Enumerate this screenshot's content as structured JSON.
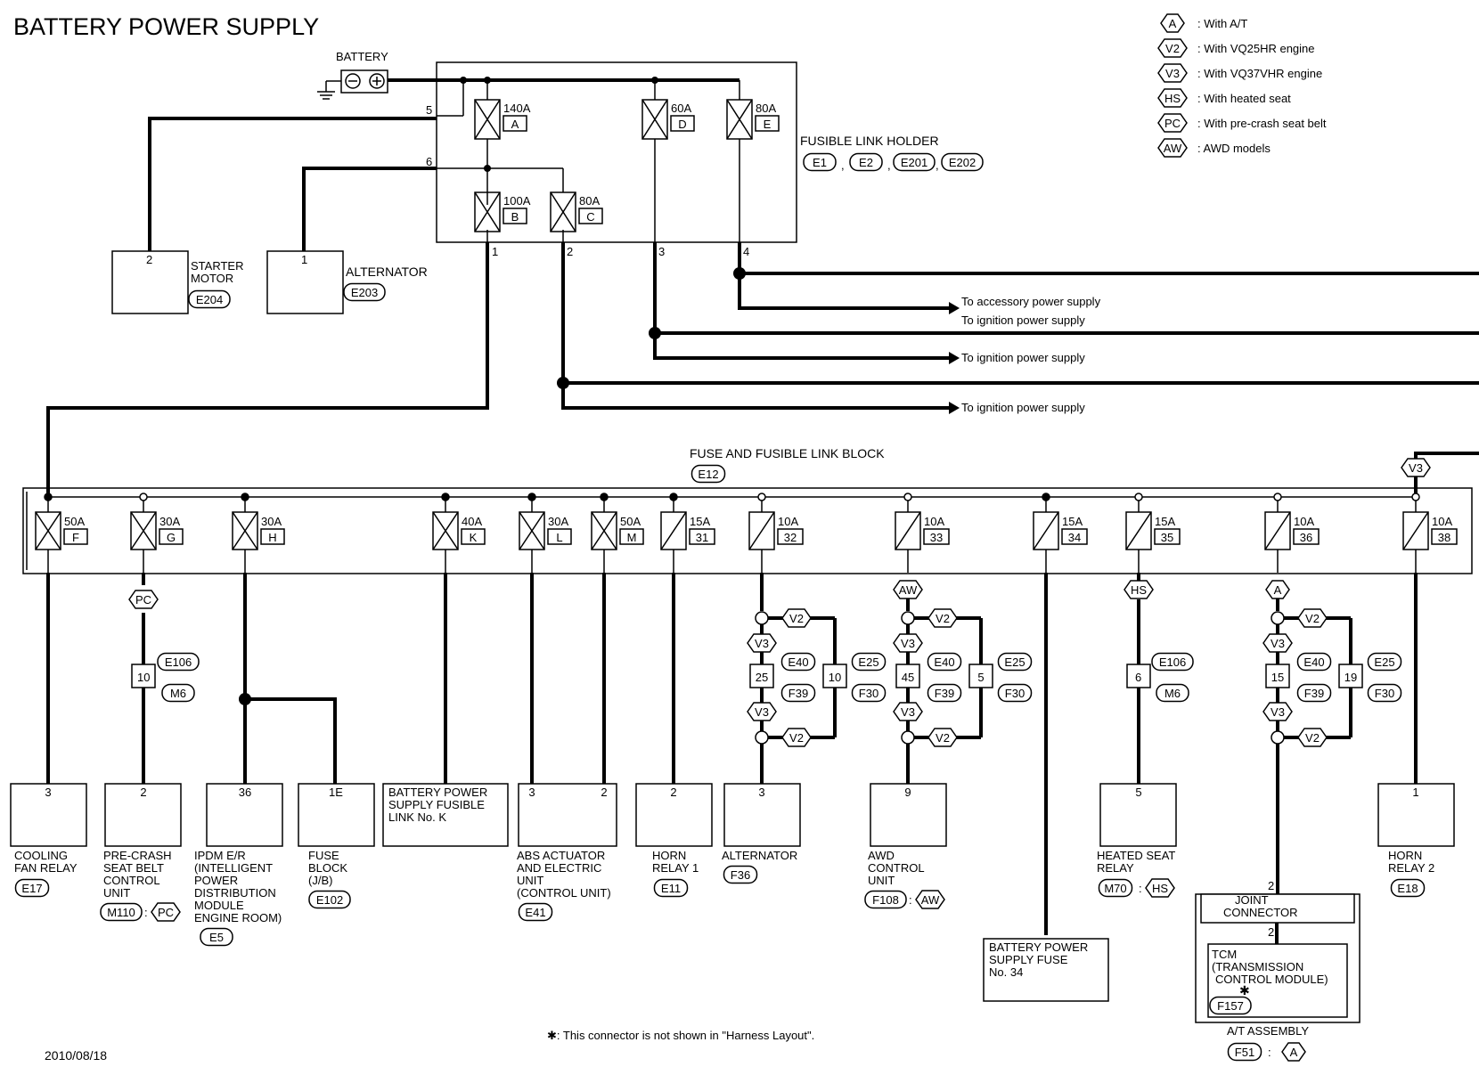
{
  "title": "BATTERY POWER SUPPLY",
  "date": "2010/08/18",
  "footnote": "✱: This connector is not shown in \"Harness Layout\".",
  "legend": [
    {
      "code": "A",
      "text": ": With A/T"
    },
    {
      "code": "V2",
      "text": ": With VQ25HR engine"
    },
    {
      "code": "V3",
      "text": ": With VQ37VHR engine"
    },
    {
      "code": "HS",
      "text": ": With heated seat"
    },
    {
      "code": "PC",
      "text": ": With pre-crash seat belt"
    },
    {
      "code": "AW",
      "text": ": AWD models"
    }
  ],
  "battery": {
    "label": "BATTERY"
  },
  "fusible_link_holder": {
    "label": "FUSIBLE LINK HOLDER",
    "connectors": [
      "E1",
      "E2",
      "E201",
      "E202"
    ],
    "fuses": [
      {
        "amp": "140A",
        "letter": "A"
      },
      {
        "amp": "60A",
        "letter": "D"
      },
      {
        "amp": "80A",
        "letter": "E"
      },
      {
        "amp": "100A",
        "letter": "B"
      },
      {
        "amp": "80A",
        "letter": "C"
      }
    ],
    "pins": [
      "5",
      "6",
      "1",
      "2",
      "3",
      "4"
    ]
  },
  "starter_motor": {
    "pin": "2",
    "label_l1": "STARTER",
    "label_l2": "MOTOR",
    "connector": "E204"
  },
  "alternator_top": {
    "pin": "1",
    "label": "ALTERNATOR",
    "connector": "E203"
  },
  "arrows": [
    "To accessory power supply",
    "To ignition power supply",
    "To ignition power supply",
    "To ignition power supply"
  ],
  "fuse_block": {
    "label": "FUSE AND FUSIBLE LINK BLOCK",
    "connector": "E12",
    "v3_tag": "V3",
    "fuses": [
      {
        "amp": "50A",
        "code": "F"
      },
      {
        "amp": "30A",
        "code": "G"
      },
      {
        "amp": "30A",
        "code": "H"
      },
      {
        "amp": "40A",
        "code": "K"
      },
      {
        "amp": "30A",
        "code": "L"
      },
      {
        "amp": "50A",
        "code": "M"
      },
      {
        "amp": "15A",
        "code": "31"
      },
      {
        "amp": "10A",
        "code": "32"
      },
      {
        "amp": "10A",
        "code": "33"
      },
      {
        "amp": "15A",
        "code": "34"
      },
      {
        "amp": "15A",
        "code": "35"
      },
      {
        "amp": "10A",
        "code": "36"
      },
      {
        "amp": "10A",
        "code": "38"
      }
    ]
  },
  "tags": {
    "pc": "PC",
    "aw": "AW",
    "hs": "HS",
    "a": "A",
    "v2": "V2",
    "v3": "V3"
  },
  "inline": {
    "pc_pin": "10",
    "pc_c1": "E106",
    "pc_c2": "M6",
    "g32_left_pin": "25",
    "g32_right_pin": "10",
    "g33_left_pin": "45",
    "g33_right_pin": "5",
    "g36_left_pin": "15",
    "g36_right_pin": "19",
    "c_e40": "E40",
    "c_f39": "F39",
    "c_e25": "E25",
    "c_f30": "F30",
    "hs_pin": "6",
    "hs_c1": "E106",
    "hs_c2": "M6"
  },
  "components": {
    "cooling_fan": {
      "pin": "3",
      "lines": [
        "COOLING",
        "FAN RELAY"
      ],
      "connector": "E17"
    },
    "precrash": {
      "pin": "2",
      "lines": [
        "PRE-CRASH",
        "SEAT BELT",
        "CONTROL",
        "UNIT"
      ],
      "connector": "M110",
      "tag": "PC"
    },
    "ipdm": {
      "pin": "36",
      "lines": [
        "IPDM E/R",
        "(INTELLIGENT",
        "POWER",
        "DISTRIBUTION",
        "MODULE",
        "ENGINE ROOM)"
      ],
      "connector": "E5"
    },
    "fuse_block_jb": {
      "pin": "1E",
      "lines": [
        "FUSE",
        "BLOCK",
        "(J/B)"
      ],
      "connector": "E102"
    },
    "batt_fusible_k": {
      "lines": [
        "BATTERY POWER",
        "SUPPLY FUSIBLE",
        "LINK No. K"
      ]
    },
    "abs": {
      "pin_a": "3",
      "pin_b": "2",
      "lines": [
        "ABS ACTUATOR",
        "AND ELECTRIC",
        "UNIT",
        "(CONTROL UNIT)"
      ],
      "connector": "E41"
    },
    "horn1": {
      "pin": "2",
      "lines": [
        "HORN",
        "RELAY 1"
      ],
      "connector": "E11"
    },
    "alternator_b": {
      "pin": "3",
      "lines": [
        "ALTERNATOR"
      ],
      "connector": "F36"
    },
    "awd": {
      "pin": "9",
      "lines": [
        "AWD",
        "CONTROL",
        "UNIT"
      ],
      "connector": "F108",
      "tag": "AW"
    },
    "batt_fuse_34": {
      "lines": [
        "BATTERY POWER",
        "SUPPLY FUSE",
        "No. 34"
      ]
    },
    "heated_seat": {
      "pin": "5",
      "lines": [
        "HEATED SEAT",
        "RELAY"
      ],
      "connector": "M70",
      "tag": "HS"
    },
    "joint": {
      "pin_top": "2",
      "pin_bottom": "2",
      "lines": [
        "JOINT",
        "CONNECTOR"
      ]
    },
    "tcm": {
      "lines": [
        "TCM",
        "(TRANSMISSION",
        "CONTROL MODULE)"
      ],
      "connector": "F157",
      "star": "✱"
    },
    "at_assembly": {
      "label": "A/T ASSEMBLY",
      "connector": "F51",
      "tag": "A"
    },
    "horn2": {
      "pin": "1",
      "lines": [
        "HORN",
        "RELAY 2"
      ],
      "connector": "E18"
    }
  }
}
